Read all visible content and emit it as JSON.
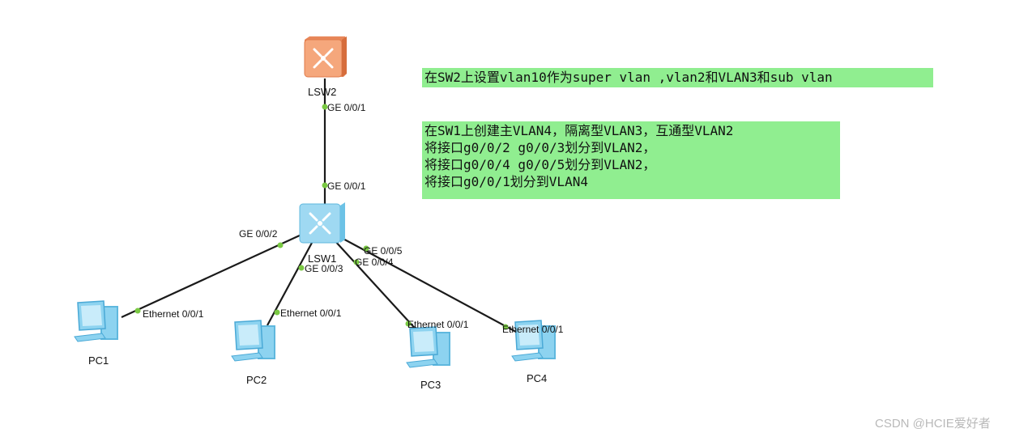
{
  "notes": {
    "sw2": "在SW2上设置vlan10作为super vlan ,vlan2和VLAN3和sub vlan",
    "sw1": [
      "在SW1上创建主VLAN4，隔离型VLAN3，互通型VLAN2",
      "将接口g0/0/2 g0/0/3划分到VLAN2，",
      "将接口g0/0/4 g0/0/5划分到VLAN2，",
      "将接口g0/0/1划分到VLAN4"
    ]
  },
  "devices": {
    "lsw2": "LSW2",
    "lsw1": "LSW1",
    "pc1": "PC1",
    "pc2": "PC2",
    "pc3": "PC3",
    "pc4": "PC4"
  },
  "ports": {
    "lsw2_ge001": "GE 0/0/1",
    "lsw1_ge001": "GE 0/0/1",
    "lsw1_ge002": "GE 0/0/2",
    "lsw1_ge003": "GE 0/0/3",
    "lsw1_ge004": "GE 0/0/4",
    "lsw1_ge005": "GE 0/0/5",
    "pc1_eth": "Ethernet 0/0/1",
    "pc2_eth": "Ethernet 0/0/1",
    "pc3_eth": "Ethernet 0/0/1",
    "pc4_eth": "Ethernet 0/0/1"
  },
  "watermark": "CSDN @HCIE爱好者",
  "colors": {
    "note_bg": "#90ee90",
    "link": "#1a1a1a",
    "port_dot": "#7ac943",
    "switch_core": "#9fd9f2",
    "switch_aggregate": "#f5a77c",
    "pc": "#8dd3f0"
  }
}
